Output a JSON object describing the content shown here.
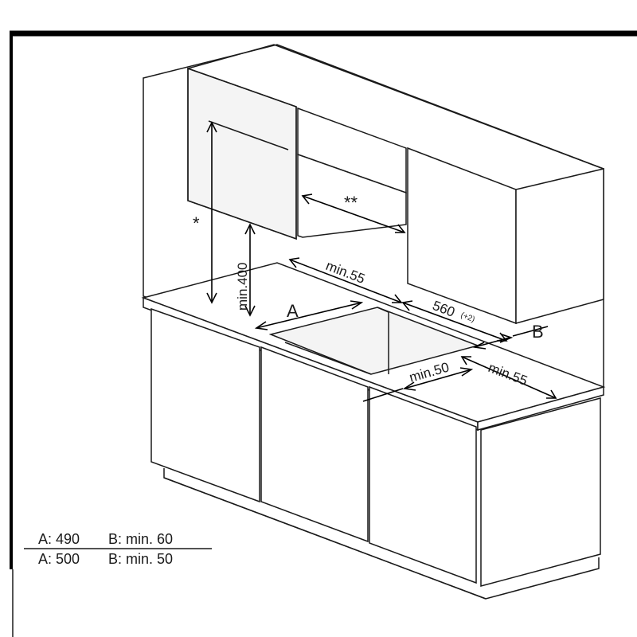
{
  "diagram": {
    "dimensions": {
      "asterisk": "*",
      "double_asterisk": "**",
      "min_400": "min.400",
      "min_55_top": "min.55",
      "size_560": "560",
      "size_560_tol": "(+2)",
      "label_a": "A",
      "label_b": "B",
      "min_50": "min.50",
      "min_55_side": "min.55"
    },
    "legend": {
      "row1_a": "A: 490",
      "row1_b": "B: min. 60",
      "row2_a": "A: 500",
      "row2_b": "B: min. 50"
    }
  }
}
